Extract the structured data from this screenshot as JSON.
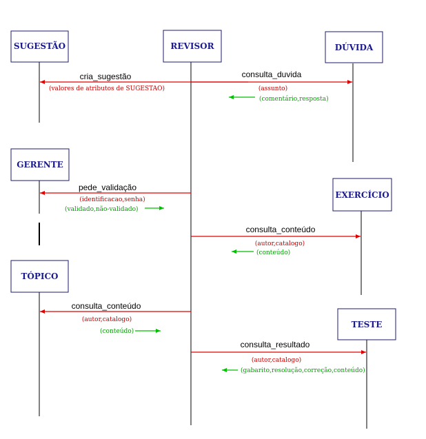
{
  "colors": {
    "box_border": "#1a1a6e",
    "box_text": "#1a1a8c",
    "call_arrow": "#e00000",
    "return_arrow": "#00c000",
    "call_params": "#c00000",
    "return_params": "#00a000"
  },
  "objects": {
    "sugestao": "SUGESTÃO",
    "revisor": "REVISOR",
    "duvida": "DÚVIDA",
    "gerente": "GERENTE",
    "exercicio": "EXERCÍCIO",
    "topico": "TÓPICO",
    "teste": "TESTE"
  },
  "messages": {
    "cria_sugestao": {
      "label": "cria_sugestão",
      "params": "(valores de atributos de SUGESTAO)"
    },
    "consulta_duvida": {
      "label": "consulta_duvida",
      "params": "(assunto)",
      "returns": "(comentário,resposta)"
    },
    "pede_validacao": {
      "label": "pede_validação",
      "params": "(identificacao,senha)",
      "returns": "(validado,não-validado)"
    },
    "consulta_conteudo_exercicio": {
      "label": "consulta_conteúdo",
      "params": "(autor,catalogo)",
      "returns": "(conteúdo)"
    },
    "consulta_conteudo_topico": {
      "label": "consulta_conteúdo",
      "params": "(autor,catalogo)",
      "returns": "(conteúdo)"
    },
    "consulta_resultado": {
      "label": "consulta_resultado",
      "params": "(autor,catalogo)",
      "returns": "(gabarito,resolução,correção,conteúdo)"
    }
  }
}
